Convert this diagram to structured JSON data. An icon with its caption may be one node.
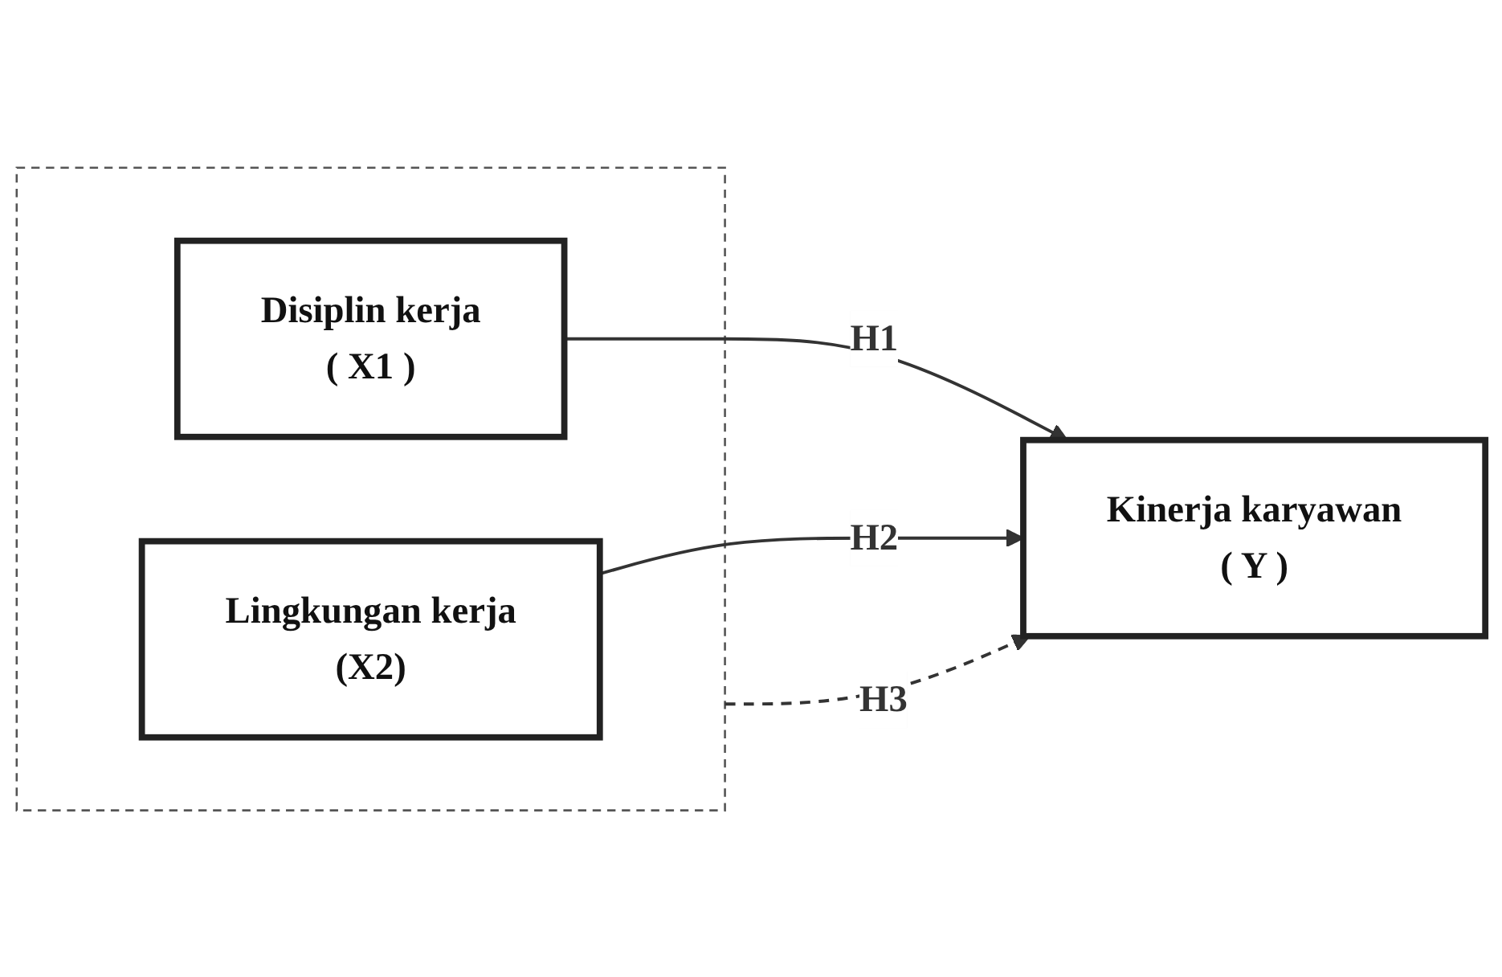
{
  "diagram": {
    "nodes": [
      {
        "text": [],
        "shape": "box"
      },
      {
        "text": [
          "Disiplin kerja",
          "( X1 )"
        ],
        "in": 0
      },
      {
        "text": [
          "Lingkungan kerja",
          "(X2)"
        ],
        "in": 0
      },
      {
        "text": [
          "Kinerja karyawan",
          "( Y )"
        ]
      }
    ],
    "edges": [
      {
        "from": 1,
        "to": 3,
        "arrow": "to",
        "label": "H1"
      },
      {
        "from": 2,
        "to": 3,
        "arrow": "to",
        "label": "H2"
      },
      {
        "from": 0,
        "to": 3,
        "arrow": "to",
        "label": "H3",
        "style": "dashed"
      }
    ]
  }
}
